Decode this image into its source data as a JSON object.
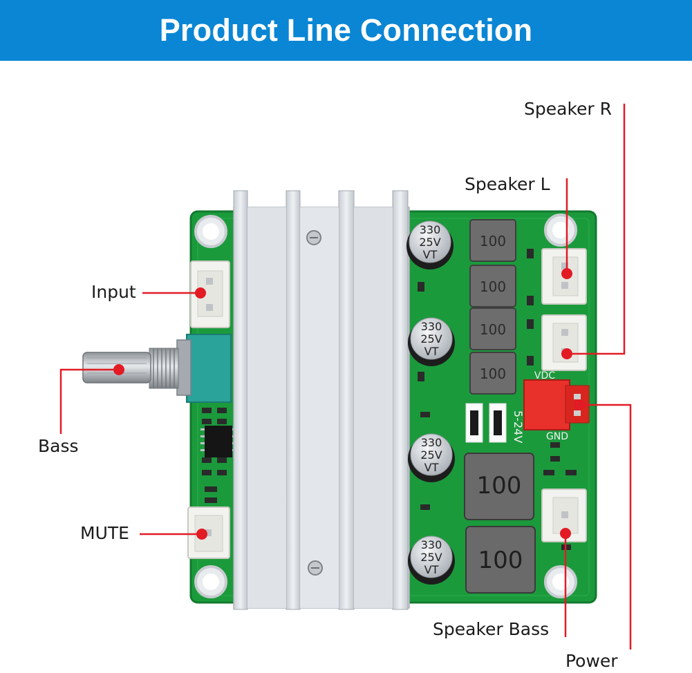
{
  "header": {
    "title": "Product Line Connection"
  },
  "colors": {
    "banner": "#0a86d4",
    "pcb": "#1b9a3c",
    "heatsink": "#d9dde2",
    "callout": "#e21b24",
    "power_connector": "#e8312b"
  },
  "callouts": {
    "speaker_r": "Speaker R",
    "speaker_l": "Speaker L",
    "input": "Input",
    "bass": "Bass",
    "mute": "MUTE",
    "speaker_bass": "Speaker Bass",
    "power": "Power"
  },
  "markings": {
    "capacitor_value": "330",
    "capacitor_voltage": "25V",
    "capacitor_series": "VT",
    "inductor_value": "100",
    "vdc": "VDC",
    "voltage_range": "5-24V",
    "gnd": "GND"
  }
}
